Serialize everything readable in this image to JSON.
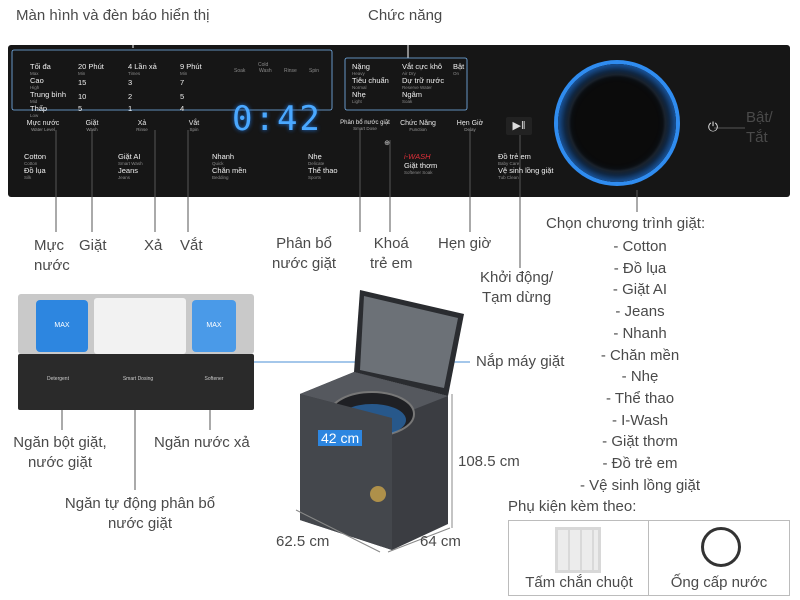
{
  "callouts": {
    "display": "Màn hình và đèn báo hiển thị",
    "functions": "Chức năng",
    "power": [
      "Bật/",
      "Tắt"
    ],
    "water_level": [
      "Mực",
      "nước"
    ],
    "wash": "Giặt",
    "rinse": "Xả",
    "spin": "Vắt",
    "detergent": [
      "Phân bổ",
      "nước giặt"
    ],
    "child_lock": [
      "Khoá",
      "trẻ em"
    ],
    "timer": "Hẹn giờ",
    "start_pause": [
      "Khởi động/",
      "Tạm dừng"
    ],
    "programs_title": "Chọn chương trình giặt:",
    "programs": [
      "- Cotton",
      "- Đồ lụa",
      "- Giặt AI",
      "- Jeans",
      "- Nhanh",
      "- Chăn mền",
      "- Nhẹ",
      "- Thể thao",
      "- I-Wash",
      "- Giặt thơm",
      "- Đồ trẻ em",
      "- Vệ sinh lồng giặt"
    ],
    "lid": "Nắp máy giặt",
    "powder": [
      "Ngăn bột giặt,",
      "nước giặt"
    ],
    "softener": "Ngăn nước xả",
    "auto_dispenser": [
      "Ngăn tự động phân bổ",
      "nước giặt"
    ],
    "accessories_title": "Phụ kiện kèm theo:",
    "accessory_1": "Tấm chắn chuột",
    "accessory_2": "Ống cấp nước"
  },
  "dimensions": {
    "height": "108.5 cm",
    "width": "62.5 cm",
    "depth": "64 cm",
    "tub": "42 cm"
  },
  "panel": {
    "display": "0:42",
    "water_level_col": [
      {
        "label": "Tối đa",
        "sub": "Max"
      },
      {
        "label": "Cao",
        "sub": "High"
      },
      {
        "label": "Trung bình",
        "sub": "Mid"
      },
      {
        "label": "Thấp",
        "sub": "Low"
      }
    ],
    "wash_col": [
      {
        "label": "20 Phút",
        "sub": "Min"
      },
      {
        "label": "15",
        "sub": ""
      },
      {
        "label": "10",
        "sub": ""
      },
      {
        "label": "5",
        "sub": ""
      }
    ],
    "rinse_col": [
      {
        "label": "4 Lần xả",
        "sub": "Times"
      },
      {
        "label": "3",
        "sub": ""
      },
      {
        "label": "2",
        "sub": ""
      },
      {
        "label": "1",
        "sub": ""
      }
    ],
    "spin_col": [
      {
        "label": "9 Phút",
        "sub": "Min"
      },
      {
        "label": "7",
        "sub": ""
      },
      {
        "label": "5",
        "sub": ""
      },
      {
        "label": "4",
        "sub": ""
      }
    ],
    "soak": "Soak",
    "wash_i": "Wash",
    "rinse_i": "Rinse",
    "spin_i": "Spin",
    "cold": "Cold",
    "func_col1": [
      {
        "label": "Nặng",
        "sub": "Heavy"
      },
      {
        "label": "Tiêu chuẩn",
        "sub": "Normal"
      },
      {
        "label": "Nhẹ",
        "sub": "Light"
      }
    ],
    "func_col2": [
      {
        "label": "Vắt cực khô",
        "sub": "Air Dry"
      },
      {
        "label": "Dự trữ nước",
        "sub": "Reserve Water"
      },
      {
        "label": "Ngâm",
        "sub": "Soak"
      }
    ],
    "func_col3": [
      {
        "label": "Bật",
        "sub": "On"
      }
    ],
    "buttons": [
      {
        "label": "Mực nước",
        "sub": "Water Level"
      },
      {
        "label": "Giặt",
        "sub": "Wash"
      },
      {
        "label": "Xả",
        "sub": "Rinse"
      },
      {
        "label": "Vắt",
        "sub": "Spin"
      },
      {
        "label": "Phân bổ nước giặt",
        "sub": "Smart Dose"
      },
      {
        "label": "Chức Năng",
        "sub": "Function"
      },
      {
        "label": "Hẹn Giờ",
        "sub": "Delay"
      }
    ],
    "programs": [
      [
        {
          "label": "Cotton",
          "sub": "Cotton"
        },
        {
          "label": "Đồ lụa",
          "sub": "Silk"
        }
      ],
      [
        {
          "label": "Giặt AI",
          "sub": "Smart Wash"
        },
        {
          "label": "Jeans",
          "sub": "Jeans"
        }
      ],
      [
        {
          "label": "Nhanh",
          "sub": "Quick"
        },
        {
          "label": "Chăn mền",
          "sub": "Bedding"
        }
      ],
      [
        {
          "label": "Nhẹ",
          "sub": "Delicate"
        },
        {
          "label": "Thể thao",
          "sub": "Sports"
        }
      ],
      [
        {
          "label": "i-WASH",
          "sub": ""
        },
        {
          "label": "Giặt thơm",
          "sub": "Softener Soak"
        }
      ],
      [
        {
          "label": "Đồ trẻ em",
          "sub": "Baby Care"
        },
        {
          "label": "Vệ sinh lồng giặt",
          "sub": "Tub Clean"
        }
      ]
    ],
    "max": "MAX",
    "drawer_icons": [
      "Detergent",
      "Smart Dosing",
      "Softener"
    ]
  },
  "colors": {
    "accent_blue": "#3b82c9",
    "display_blue": "#4aa8ff",
    "panel_bg": "#161616",
    "iwash_red": "#e0303a"
  }
}
